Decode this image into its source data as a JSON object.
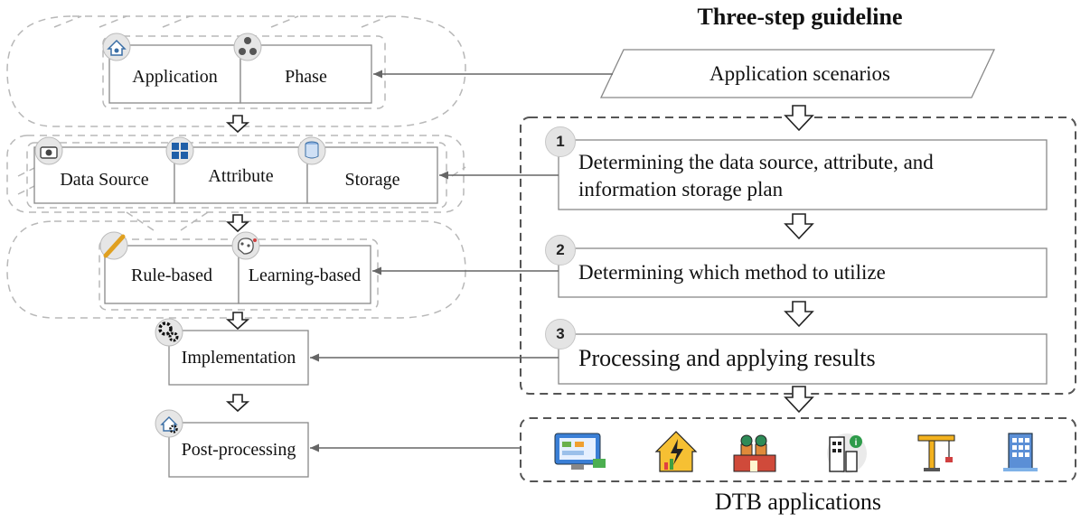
{
  "title": "Three-step guideline",
  "colors": {
    "line": "#666666",
    "dash": "#b8b8b8",
    "dash_dark": "#555555",
    "badge": "#e4e4e4"
  },
  "left": {
    "row1": [
      "Application",
      "Phase"
    ],
    "row2": [
      "Data Source",
      "Attribute",
      "Storage"
    ],
    "row3": [
      "Rule-based",
      "Learning-based"
    ],
    "implementation": "Implementation",
    "post_processing": "Post-processing",
    "icons": {
      "application": "house-gear-icon",
      "phase": "cycle-dots-icon",
      "data_source": "camera-cloud-icon",
      "attribute": "grid-squares-icon",
      "storage": "database-icon",
      "rule_based": "ruler-icon",
      "learning_based": "brain-network-icon",
      "implementation": "gears-icon",
      "post_processing": "house-gears-icon"
    }
  },
  "right": {
    "scenarios": "Application scenarios",
    "steps": [
      {
        "num": "1",
        "line1": "Determining the data source, attribute, and",
        "line2": "information storage plan"
      },
      {
        "num": "2",
        "line1": "Determining which method to utilize",
        "line2": ""
      },
      {
        "num": "3",
        "line1": "Processing and applying results",
        "line2": ""
      }
    ],
    "applications_label": "DTB applications",
    "application_icons": [
      "monitor-dashboard-icon",
      "energy-house-icon",
      "church-building-icon",
      "building-info-icon",
      "construction-crane-icon",
      "office-building-icon"
    ]
  }
}
